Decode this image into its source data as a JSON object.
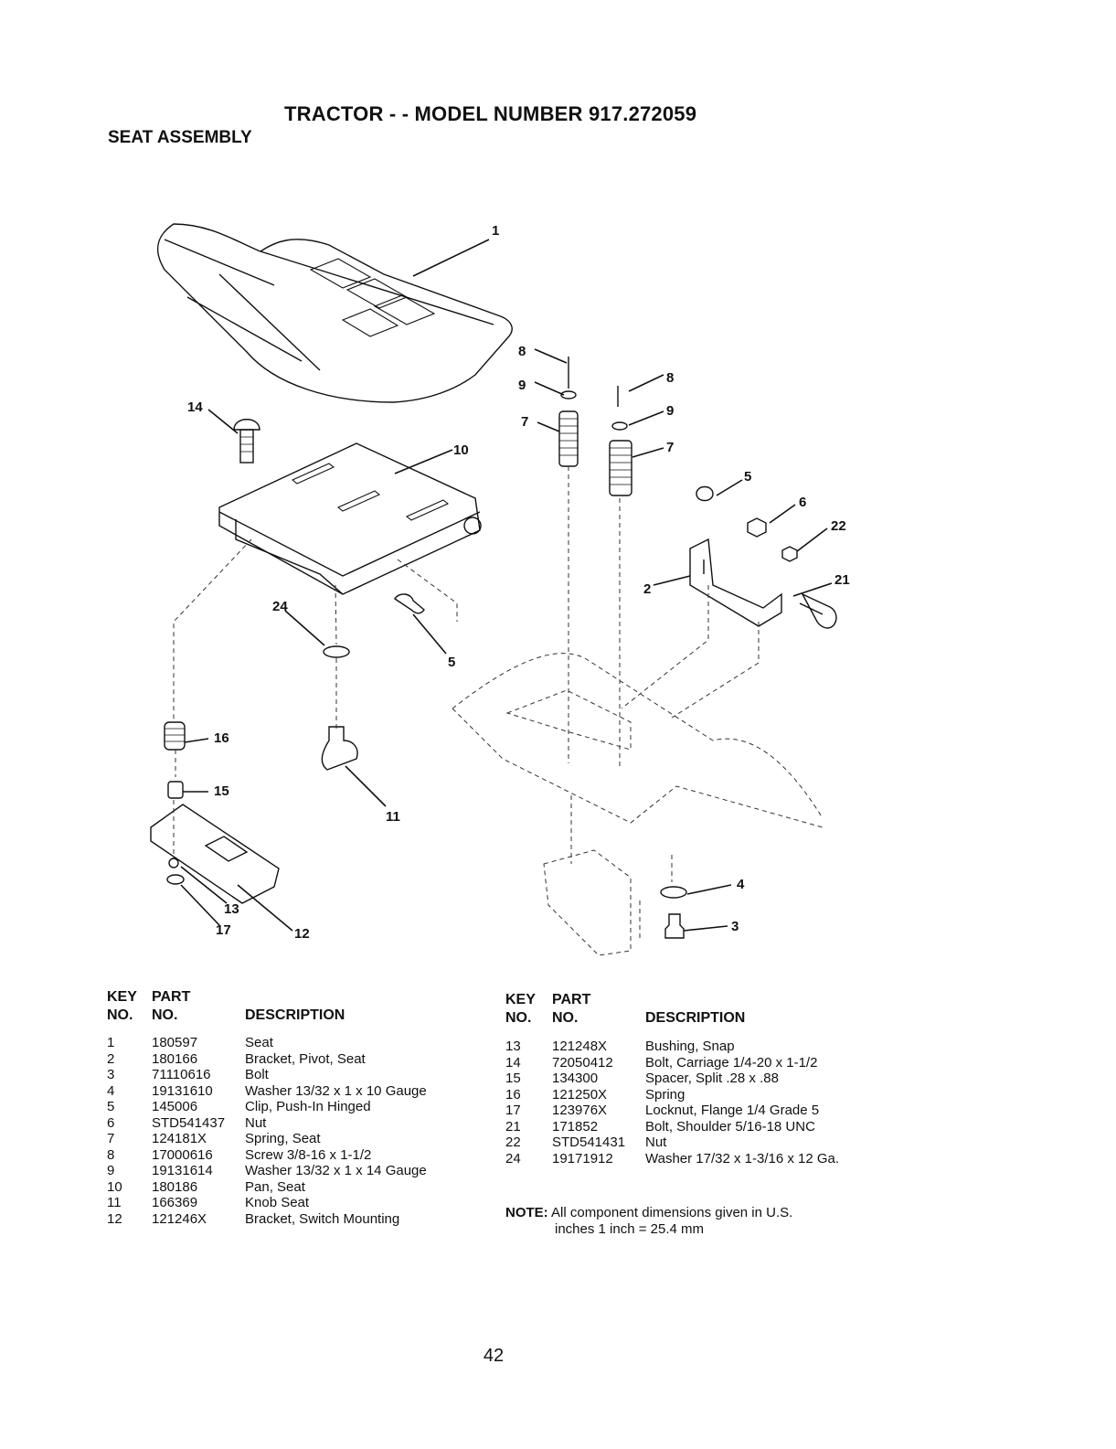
{
  "header": {
    "title": "TRACTOR - - MODEL NUMBER 917.272059",
    "subtitle": "SEAT ASSEMBLY"
  },
  "table_headers": {
    "key_line1": "KEY",
    "key_line2": "NO.",
    "part_line1": "PART",
    "part_line2": "NO.",
    "description": "DESCRIPTION"
  },
  "parts_left": [
    {
      "key": "1",
      "part": "180597",
      "desc": "Seat"
    },
    {
      "key": "2",
      "part": "180166",
      "desc": "Bracket, Pivot, Seat"
    },
    {
      "key": "3",
      "part": "71110616",
      "desc": "Bolt"
    },
    {
      "key": "4",
      "part": "19131610",
      "desc": "Washer 13/32 x 1 x 10 Gauge"
    },
    {
      "key": "5",
      "part": "145006",
      "desc": "Clip, Push-In Hinged"
    },
    {
      "key": "6",
      "part": "STD541437",
      "desc": "Nut"
    },
    {
      "key": "7",
      "part": "124181X",
      "desc": "Spring, Seat"
    },
    {
      "key": "8",
      "part": "17000616",
      "desc": "Screw 3/8-16 x 1-1/2"
    },
    {
      "key": "9",
      "part": "19131614",
      "desc": "Washer 13/32 x 1 x 14 Gauge"
    },
    {
      "key": "10",
      "part": "180186",
      "desc": "Pan, Seat"
    },
    {
      "key": "11",
      "part": "166369",
      "desc": "Knob Seat"
    },
    {
      "key": "12",
      "part": "121246X",
      "desc": "Bracket, Switch Mounting"
    }
  ],
  "parts_right": [
    {
      "key": "13",
      "part": "121248X",
      "desc": "Bushing, Snap"
    },
    {
      "key": "14",
      "part": "72050412",
      "desc": "Bolt, Carriage 1/4-20 x 1-1/2"
    },
    {
      "key": "15",
      "part": "134300",
      "desc": "Spacer, Split .28 x .88"
    },
    {
      "key": "16",
      "part": "121250X",
      "desc": "Spring"
    },
    {
      "key": "17",
      "part": "123976X",
      "desc": "Locknut, Flange 1/4 Grade 5"
    },
    {
      "key": "21",
      "part": "171852",
      "desc": "Bolt, Shoulder 5/16-18 UNC"
    },
    {
      "key": "22",
      "part": "STD541431",
      "desc": "Nut"
    },
    {
      "key": "24",
      "part": "19171912",
      "desc": "Washer 17/32 x 1-3/16 x 12 Ga."
    }
  ],
  "note": {
    "label": "NOTE:",
    "line1": "All component dimensions given in U.S.",
    "line2": "inches 1 inch = 25.4 mm"
  },
  "callouts": [
    "1",
    "14",
    "10",
    "8",
    "9",
    "7",
    "8",
    "9",
    "7",
    "5",
    "6",
    "22",
    "2",
    "21",
    "24",
    "5",
    "16",
    "15",
    "11",
    "13",
    "17",
    "12",
    "4",
    "3"
  ],
  "page_number": "42"
}
